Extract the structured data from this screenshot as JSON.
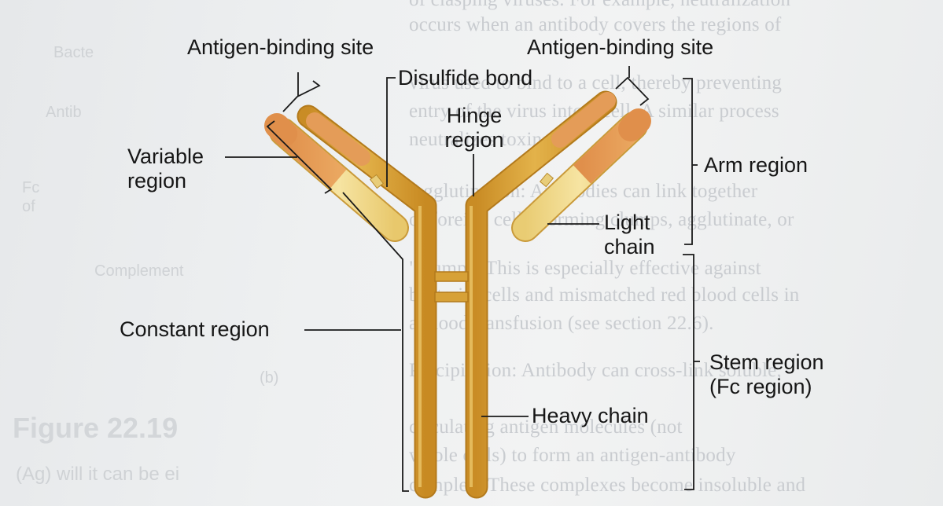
{
  "labels": {
    "antigen_site_left": "Antigen-binding site",
    "antigen_site_right": "Antigen-binding site",
    "disulfide_bond": "Disulfide bond",
    "hinge_region_l1": "Hinge",
    "hinge_region_l2": "region",
    "variable_region_l1": "Variable",
    "variable_region_l2": "region",
    "constant_region": "Constant region",
    "arm_region": "Arm region",
    "light_chain_l1": "Light",
    "light_chain_l2": "chain",
    "stem_region_l1": "Stem region",
    "stem_region_l2": "(Fc region)",
    "heavy_chain": "Heavy chain"
  },
  "background_text": {
    "lines": [
      "of clasping viruses. For example, neutralization",
      "occurs when an antibody covers the regions of",
      "virus used to bind to a cell, thereby preventing",
      "entry of the virus into a cell. A similar process",
      "neutralizes toxins.",
      "Agglutination: Antibodies can link together",
      "of foreign cells, forming clumps, agglutinate, or",
      "\"clump.\" This is especially effective against",
      "bacterial cells and mismatched red blood cells in",
      "a blood transfusion (see section 22.6).",
      "Precipitation: Antibody can cross-link soluble,",
      "circulating antigen molecules (not",
      "whole cells) to form an antigen-antibody",
      "complex. These complexes become insoluble and"
    ],
    "side_left": [
      "Bacte",
      "Antib",
      "Fc",
      "of",
      "Complement",
      "(b)"
    ],
    "figure": "Figure 22.19",
    "caption": "(Ag) will it can be ei"
  },
  "colors": {
    "heavy_chain": "#dba83a",
    "heavy_chain_dark": "#c88a22",
    "variable_heavy": "#e69a57",
    "light_constant": "#f1d98c",
    "label_text": "#161616",
    "bracket": "#1a1a1a"
  }
}
